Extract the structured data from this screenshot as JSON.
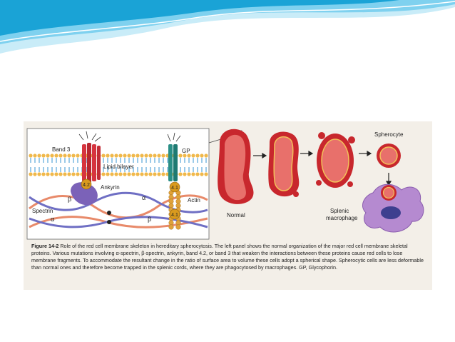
{
  "slide": {
    "banner_colors": [
      "#1aa3d6",
      "#7fd1ef",
      "#c9ecf8"
    ]
  },
  "figure": {
    "left_panel_labels": {
      "band3": "Band 3",
      "gp": "GP",
      "lipid_bilayer": "Lipid bilayer",
      "ankyrin": "Ankyrin",
      "band42": "4.2",
      "band41_top": "4.1",
      "band41_bottom": "4.1",
      "actin": "Actin",
      "spectrin": "Spectrin",
      "alpha_left": "α",
      "beta_left": "β",
      "alpha_right": "α",
      "beta_right": "β"
    },
    "right_panel_labels": {
      "normal": "Normal",
      "spherocyte": "Spherocyte",
      "splenic_line1": "Splenic",
      "splenic_line2": "macrophage"
    },
    "caption": {
      "label": "Figure 14-2",
      "text": " Role of the red cell membrane skeleton in hereditary spherocytosis. The left panel shows the normal organization of the major red cell membrane skeletal proteins. Various mutations involving α-spectrin, β-spectrin, ankyrin, band 4.2, or band 3 that weaken the interactions between these proteins cause red cells to lose membrane fragments. To accommodate the resultant change in the ratio of surface area to volume these cells adopt a spherical shape. Spherocytic cells are less deformable than normal ones and therefore become trapped in the splenic cords, where they are phagocytosed by macrophages. GP, Glycophorin."
    },
    "colors": {
      "band3": "#d6343f",
      "gp": "#2a8f86",
      "ankyrin": "#7b62b8",
      "actin": "#e0a23a",
      "band41": "#d99a1e",
      "spectrin_alpha": "#e88a6a",
      "spectrin_beta": "#6f6fc4",
      "lipid_head": "#f0b84a",
      "lipid_tail": "#5aa7d8",
      "rbc_outer": "#c8272d",
      "rbc_inner": "#e8706b",
      "rbc_rim": "#f2c15a",
      "macrophage": "#b58ad0",
      "macrophage_nucleus": "#3d3f8f"
    }
  }
}
